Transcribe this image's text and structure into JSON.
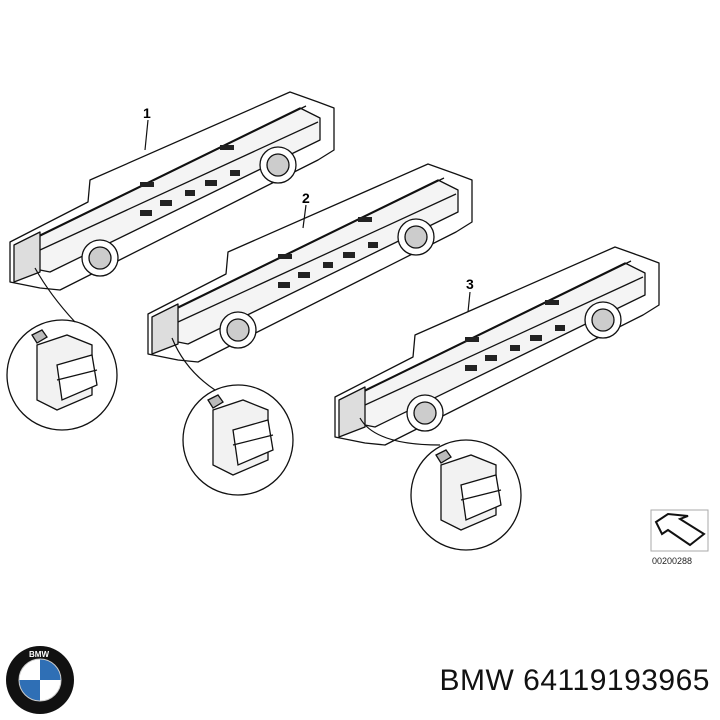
{
  "diagram": {
    "callouts": [
      "1",
      "2",
      "3"
    ],
    "reference_code": "00200288"
  },
  "footer": {
    "brand_logo_text": "BMW",
    "part_number": "BMW 64119193965"
  },
  "colors": {
    "line": "#111111",
    "logo_blue": "#2f6fb5"
  }
}
